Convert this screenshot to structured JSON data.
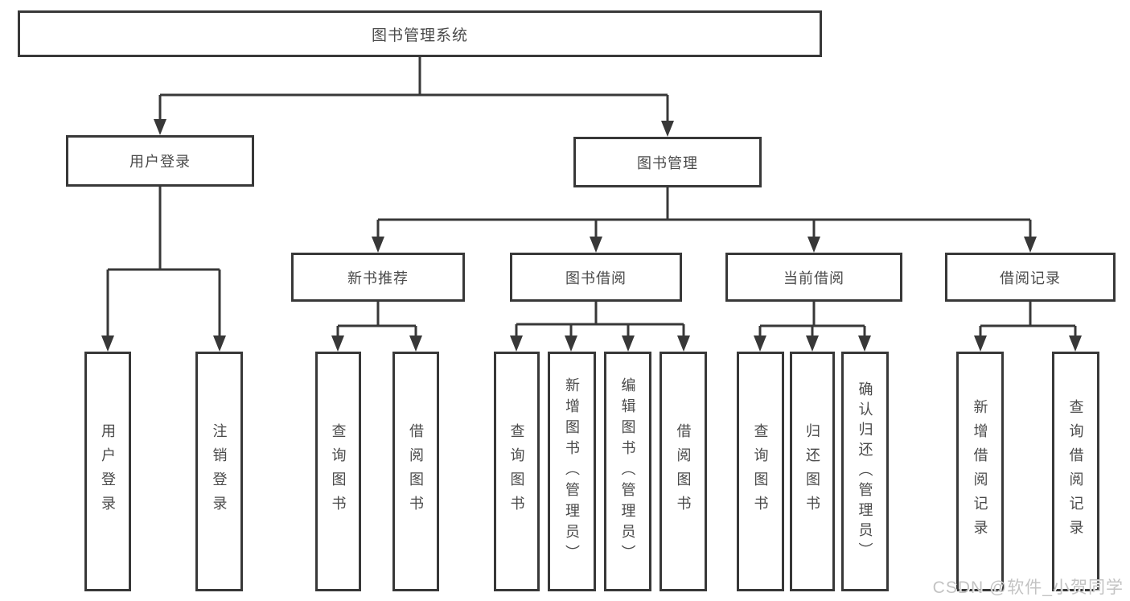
{
  "tree": {
    "root": {
      "label": "图书管理系统",
      "children": [
        {
          "label": "用户登录",
          "children": [
            {
              "label": "用户登录"
            },
            {
              "label": "注销登录"
            }
          ]
        },
        {
          "label": "图书管理",
          "children": [
            {
              "label": "新书推荐",
              "children": [
                {
                  "label": "查询图书"
                },
                {
                  "label": "借阅图书"
                }
              ]
            },
            {
              "label": "图书借阅",
              "children": [
                {
                  "label": "查询图书"
                },
                {
                  "label": "新增图书（管理员）"
                },
                {
                  "label": "编辑图书（管理员）"
                },
                {
                  "label": "借阅图书"
                }
              ]
            },
            {
              "label": "当前借阅",
              "children": [
                {
                  "label": "查询图书"
                },
                {
                  "label": "归还图书"
                },
                {
                  "label": "确认归还（管理员）"
                }
              ]
            },
            {
              "label": "借阅记录",
              "children": [
                {
                  "label": "新增借阅记录"
                },
                {
                  "label": "查询借阅记录"
                }
              ]
            }
          ]
        }
      ]
    }
  },
  "watermark": {
    "text": "CSDN @软件_小贺同学"
  },
  "colors": {
    "line": "#383838",
    "border": "#383838",
    "text": "#4a4a4a",
    "watermark": "#c3c3c3",
    "background": "#ffffff"
  }
}
